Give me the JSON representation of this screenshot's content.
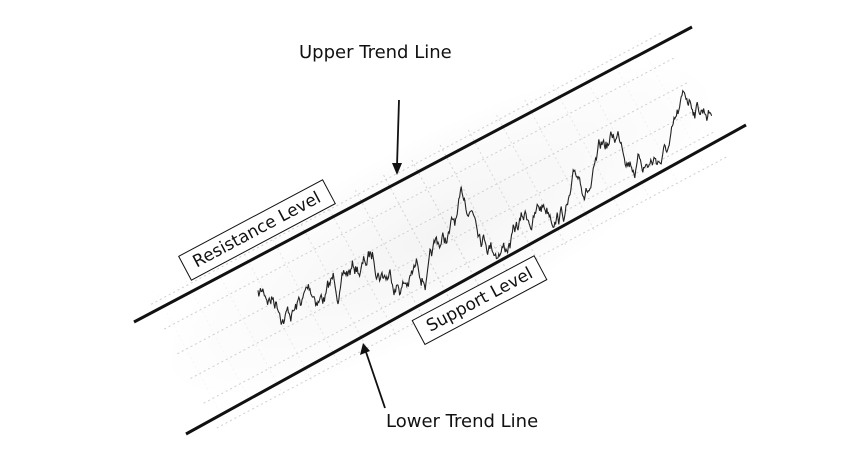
{
  "labels": {
    "upper_trend_line": "Upper Trend Line",
    "lower_trend_line": "Lower Trend Line",
    "resistance_level": "Resistance Level",
    "support_level": "Support Level"
  },
  "colors": {
    "line": "#111111",
    "grid": "#cfcfcf",
    "price": "#222222"
  }
}
